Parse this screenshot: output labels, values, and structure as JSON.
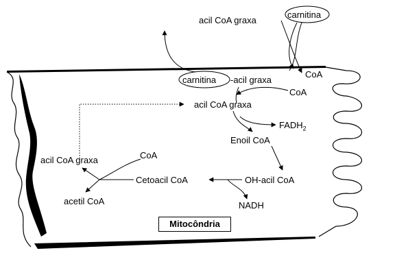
{
  "labels": {
    "acil_coa_graxa_top": "acil CoA  graxa",
    "carnitina_top": "carnitina",
    "carnitina_mid": "carnitina",
    "acil_graxa_suffix": "-acil graxa",
    "coa_1": "CoA",
    "coa_2": "CoA",
    "acil_coa_graxa_mid": "acil CoA  graxa",
    "fadh": "FADH",
    "fadh_sub": "2",
    "enoil_coa": "Enoil CoA",
    "acil_coa_graxa_left": "acil CoA  graxa",
    "coa_3": "CoA",
    "cetoacil_coa": "Cetoacil CoA",
    "oh_acil_coa": "OH-acil CoA",
    "acetil_coa": "acetil CoA",
    "nadh": "NADH",
    "mitocondria": "Mitocôndria"
  }
}
